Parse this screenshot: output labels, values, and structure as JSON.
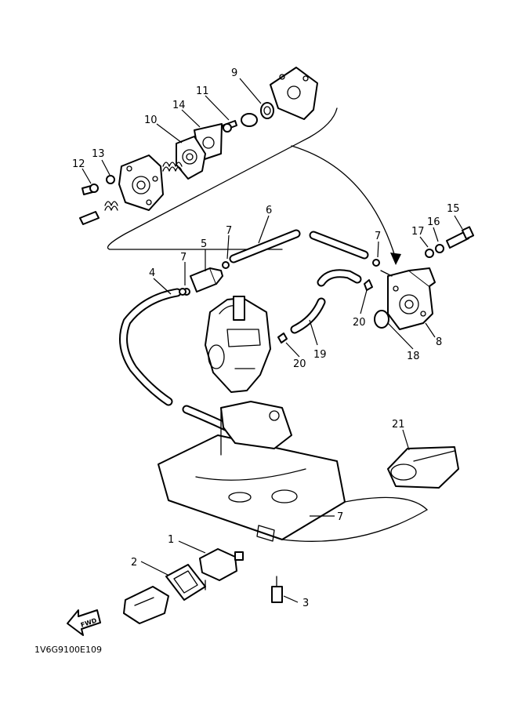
{
  "callouts": [
    {
      "id": "1",
      "label": "1"
    },
    {
      "id": "2",
      "label": "2"
    },
    {
      "id": "3",
      "label": "3"
    },
    {
      "id": "4",
      "label": "4"
    },
    {
      "id": "5",
      "label": "5"
    },
    {
      "id": "6",
      "label": "6"
    },
    {
      "id": "7a",
      "label": "7"
    },
    {
      "id": "7b",
      "label": "7"
    },
    {
      "id": "7c",
      "label": "7"
    },
    {
      "id": "7d",
      "label": "7"
    },
    {
      "id": "8",
      "label": "8"
    },
    {
      "id": "9",
      "label": "9"
    },
    {
      "id": "10",
      "label": "10"
    },
    {
      "id": "11",
      "label": "11"
    },
    {
      "id": "12",
      "label": "12"
    },
    {
      "id": "13",
      "label": "13"
    },
    {
      "id": "14",
      "label": "14"
    },
    {
      "id": "15",
      "label": "15"
    },
    {
      "id": "16",
      "label": "16"
    },
    {
      "id": "17",
      "label": "17"
    },
    {
      "id": "18",
      "label": "18"
    },
    {
      "id": "19",
      "label": "19"
    },
    {
      "id": "20a",
      "label": "20"
    },
    {
      "id": "20b",
      "label": "20"
    },
    {
      "id": "21",
      "label": "21"
    }
  ],
  "direction_badge": "FWD",
  "drawing_code": "1V6G9100E109"
}
